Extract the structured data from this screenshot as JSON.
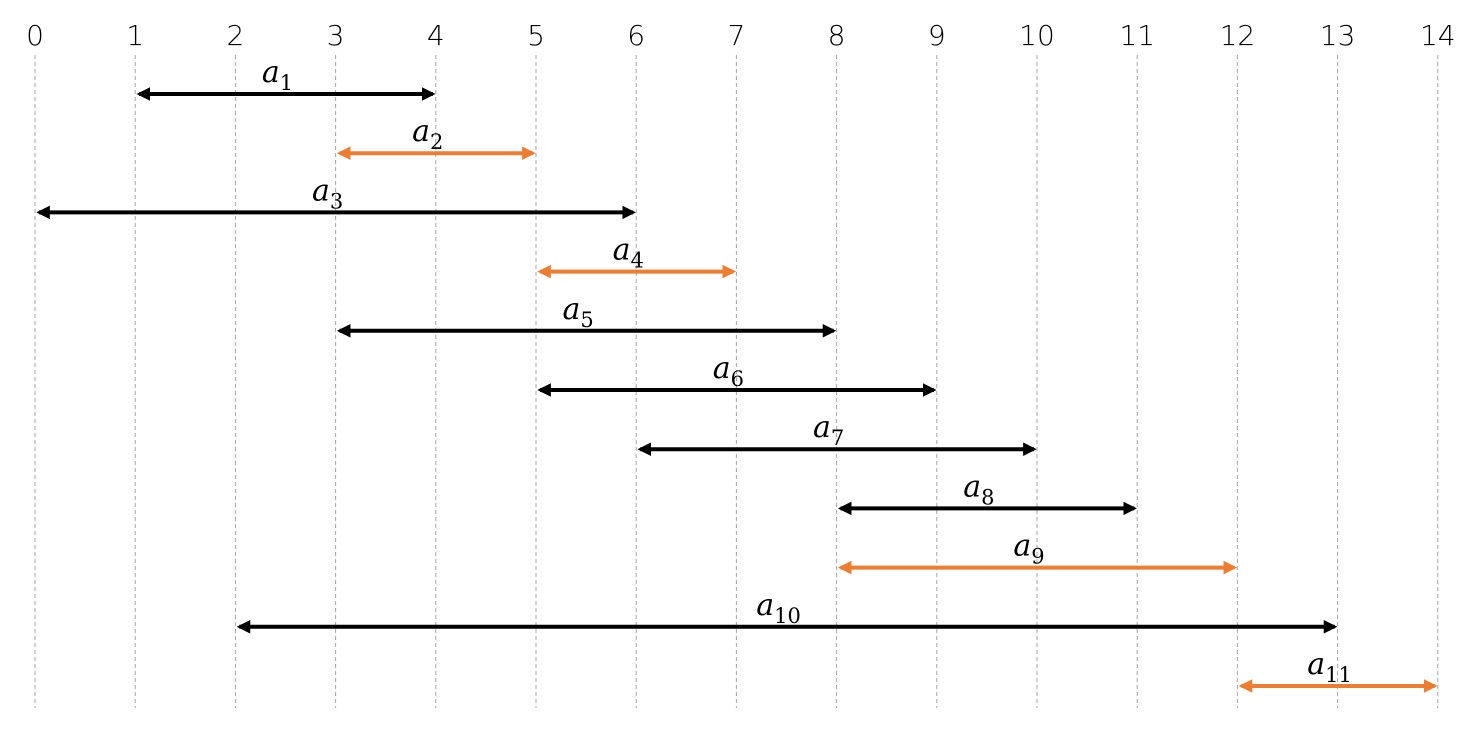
{
  "diagram": {
    "type": "interval-schedule",
    "axis": {
      "ticks": [
        "0",
        "1",
        "2",
        "3",
        "4",
        "5",
        "6",
        "7",
        "8",
        "9",
        "10",
        "11",
        "12",
        "13",
        "14"
      ]
    },
    "colors": {
      "default": "#000000",
      "highlight": "#ED7D31",
      "grid": "#A6A6A6"
    },
    "activities": [
      {
        "letter": "a",
        "sub": "1",
        "start": 1,
        "end": 4,
        "highlight": false
      },
      {
        "letter": "a",
        "sub": "2",
        "start": 3,
        "end": 5,
        "highlight": true
      },
      {
        "letter": "a",
        "sub": "3",
        "start": 0,
        "end": 6,
        "highlight": false
      },
      {
        "letter": "a",
        "sub": "4",
        "start": 5,
        "end": 7,
        "highlight": true
      },
      {
        "letter": "a",
        "sub": "5",
        "start": 3,
        "end": 8,
        "highlight": false
      },
      {
        "letter": "a",
        "sub": "6",
        "start": 5,
        "end": 9,
        "highlight": false
      },
      {
        "letter": "a",
        "sub": "7",
        "start": 6,
        "end": 10,
        "highlight": false
      },
      {
        "letter": "a",
        "sub": "8",
        "start": 8,
        "end": 11,
        "highlight": false
      },
      {
        "letter": "a",
        "sub": "9",
        "start": 8,
        "end": 12,
        "highlight": true
      },
      {
        "letter": "a",
        "sub": "10",
        "start": 2,
        "end": 13,
        "highlight": false
      },
      {
        "letter": "a",
        "sub": "11",
        "start": 12,
        "end": 14,
        "highlight": true
      }
    ]
  }
}
